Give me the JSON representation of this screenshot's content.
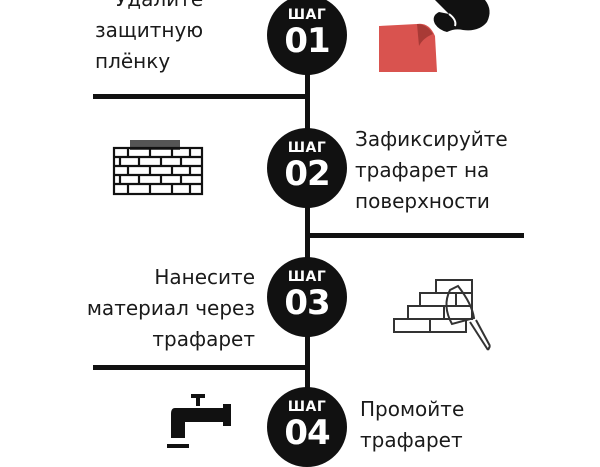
{
  "steps": [
    {
      "word": "ШАГ",
      "number": "01",
      "lines": [
        "Удалите",
        "защитную",
        "плёнку"
      ],
      "icon": "peel-film-icon"
    },
    {
      "word": "ШАГ",
      "number": "02",
      "lines": [
        "Зафиксируйте",
        "трафарет на",
        "поверхности"
      ],
      "icon": "brick-wall-stencil-icon"
    },
    {
      "word": "ШАГ",
      "number": "03",
      "lines": [
        "Нанесите",
        "материал через",
        "трафарет"
      ],
      "icon": "trowel-bricks-icon"
    },
    {
      "word": "ШАГ",
      "number": "04",
      "lines": [
        "Промойте",
        "трафарет"
      ],
      "icon": "water-tap-icon"
    }
  ],
  "colors": {
    "ink": "#111111",
    "film": "#d9534f"
  }
}
